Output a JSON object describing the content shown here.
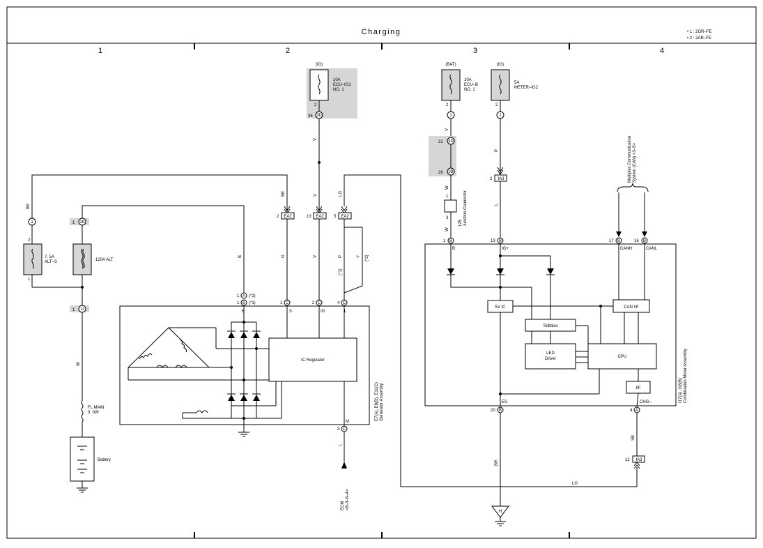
{
  "title": "Charging",
  "notes": [
    "• 1 : 2GR–FE",
    "• 2 : 2AR–FE"
  ],
  "columns": [
    "1",
    "2",
    "3",
    "4"
  ],
  "power_labels": {
    "ig1": "(IG)",
    "bat": "(BAT)",
    "ig2": "(IG)"
  },
  "fuses": {
    "ecu_ig1": [
      "10A",
      "ECU–IG1",
      "NO. 1"
    ],
    "ecu_b": [
      "10A",
      "ECU–B",
      "NO. 1"
    ],
    "meter_ig2": [
      "5A",
      "METER–IG2"
    ],
    "alt_s": [
      "7. 5A",
      "ALT–S"
    ],
    "alt_120": "120A ALT",
    "fl_main": [
      "FL MAIN",
      "3. 0W"
    ]
  },
  "battery": "Battery",
  "pins": {
    "p2": "2",
    "p36": "36",
    "c3d": "3D",
    "p31": "31",
    "p26": "26",
    "c3b": "3B",
    "p1": "1",
    "p3": "3",
    "p13": "13",
    "p5": "5",
    "p16": "16",
    "p17": "17",
    "p20": "20",
    "p4": "4",
    "p12": "12",
    "cA": "A",
    "cB": "B",
    "cC": "C",
    "c1k": "1K",
    "c1i": "1I",
    "ea2": "EA2",
    "ia3": "IA3",
    "note1": "(*1)",
    "note2": "(*2)",
    "h": "H"
  },
  "wires": {
    "be": "BE",
    "b": "B",
    "g": "G",
    "v": "V",
    "lg": "LG",
    "p": "P",
    "y": "Y",
    "w": "W",
    "l": "L",
    "br": "BR",
    "sb": "SB"
  },
  "generator": {
    "term_b": "B",
    "term_s": "S",
    "term_ig": "IG",
    "term_l": "L",
    "term_m": "M",
    "regulator": "IC Regulator",
    "name": [
      "E7(A), E8(B), E11(C)",
      "Generator Assembly"
    ]
  },
  "junction": [
    "125",
    "Junction Connector"
  ],
  "ecm": [
    "ECM",
    "<8–3–6–4>"
  ],
  "multiplex": [
    "Multiplex Communication",
    "System (CAN) <3–5>"
  ],
  "meter": {
    "term_b": "B",
    "term_ig": "IG+",
    "term_canh": "CANH",
    "term_canl": "CANL",
    "term_es": "ES",
    "term_chg": "CHG–",
    "v5ic": "5V IC",
    "can_if": "CAN I/F",
    "telltales": "Telltales",
    "led_driver": [
      "LED",
      "Driver"
    ],
    "cpu": "CPU",
    "iface": "I/F",
    "name": [
      "I17(A), I18(B)",
      "Combination Meter Assembly"
    ]
  }
}
